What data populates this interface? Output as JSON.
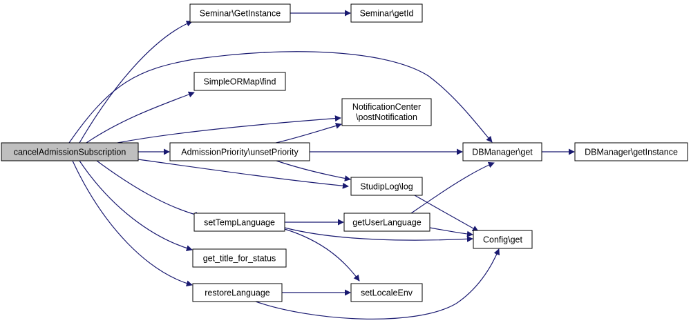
{
  "graph": {
    "edge_color": "#191970",
    "root_fill": "#bfbfbf",
    "nodes": {
      "cancel": {
        "lines": [
          "cancelAdmissionSubscription"
        ]
      },
      "semGetInstance": {
        "lines": [
          "Seminar\\GetInstance"
        ]
      },
      "semGetId": {
        "lines": [
          "Seminar\\getId"
        ]
      },
      "simpleFind": {
        "lines": [
          "SimpleORMap\\find"
        ]
      },
      "notif": {
        "lines": [
          "NotificationCenter",
          "\\postNotification"
        ]
      },
      "unsetPriority": {
        "lines": [
          "AdmissionPriority\\unsetPriority"
        ]
      },
      "dbGet": {
        "lines": [
          "DBManager\\get"
        ]
      },
      "dbGetInstance": {
        "lines": [
          "DBManager\\getInstance"
        ]
      },
      "studipLog": {
        "lines": [
          "StudipLog\\log"
        ]
      },
      "setTempLang": {
        "lines": [
          "setTempLanguage"
        ]
      },
      "getUserLang": {
        "lines": [
          "getUserLanguage"
        ]
      },
      "configGet": {
        "lines": [
          "Config\\get"
        ]
      },
      "getTitle": {
        "lines": [
          "get_title_for_status"
        ]
      },
      "restoreLang": {
        "lines": [
          "restoreLanguage"
        ]
      },
      "setLocaleEnv": {
        "lines": [
          "setLocaleEnv"
        ]
      }
    }
  }
}
